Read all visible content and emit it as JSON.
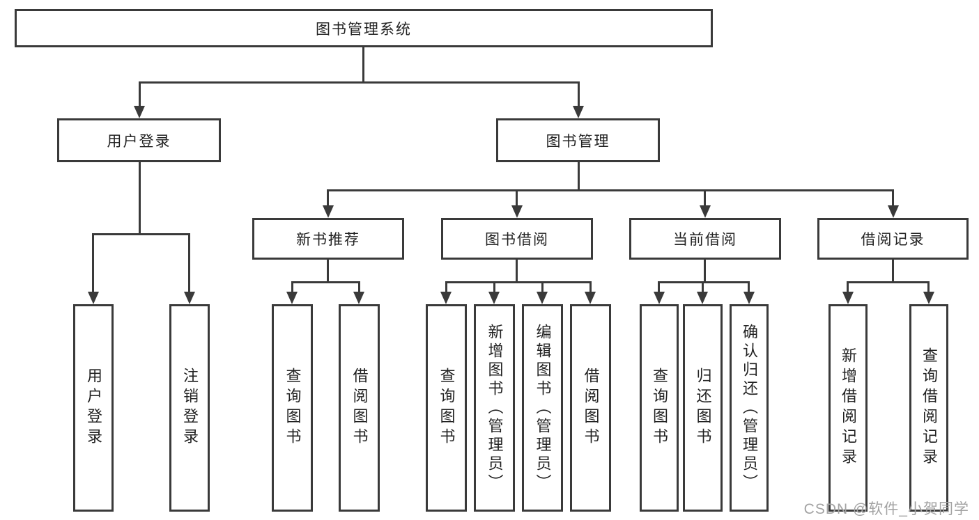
{
  "tree": {
    "label": "图书管理系统",
    "children": [
      {
        "label": "用户登录",
        "children": [
          {
            "label": "用户登录"
          },
          {
            "label": "注销登录"
          }
        ]
      },
      {
        "label": "图书管理",
        "children": [
          {
            "label": "新书推荐",
            "children": [
              {
                "label": "查询图书"
              },
              {
                "label": "借阅图书"
              }
            ]
          },
          {
            "label": "图书借阅",
            "children": [
              {
                "label": "查询图书"
              },
              {
                "label": "新增图书（管理员）"
              },
              {
                "label": "编辑图书（管理员）"
              },
              {
                "label": "借阅图书"
              }
            ]
          },
          {
            "label": "当前借阅",
            "children": [
              {
                "label": "查询图书"
              },
              {
                "label": "归还图书"
              },
              {
                "label": "确认归还（管理员）"
              }
            ]
          },
          {
            "label": "借阅记录",
            "children": [
              {
                "label": "新增借阅记录"
              },
              {
                "label": "查询借阅记录"
              }
            ]
          }
        ]
      }
    ]
  },
  "watermark": {
    "text": "CSDN @软件_小贺同学"
  },
  "colors": {
    "line": "#3a3a3a",
    "text": "#222222",
    "watermark": "#a3a3a3",
    "background": "#ffffff"
  }
}
